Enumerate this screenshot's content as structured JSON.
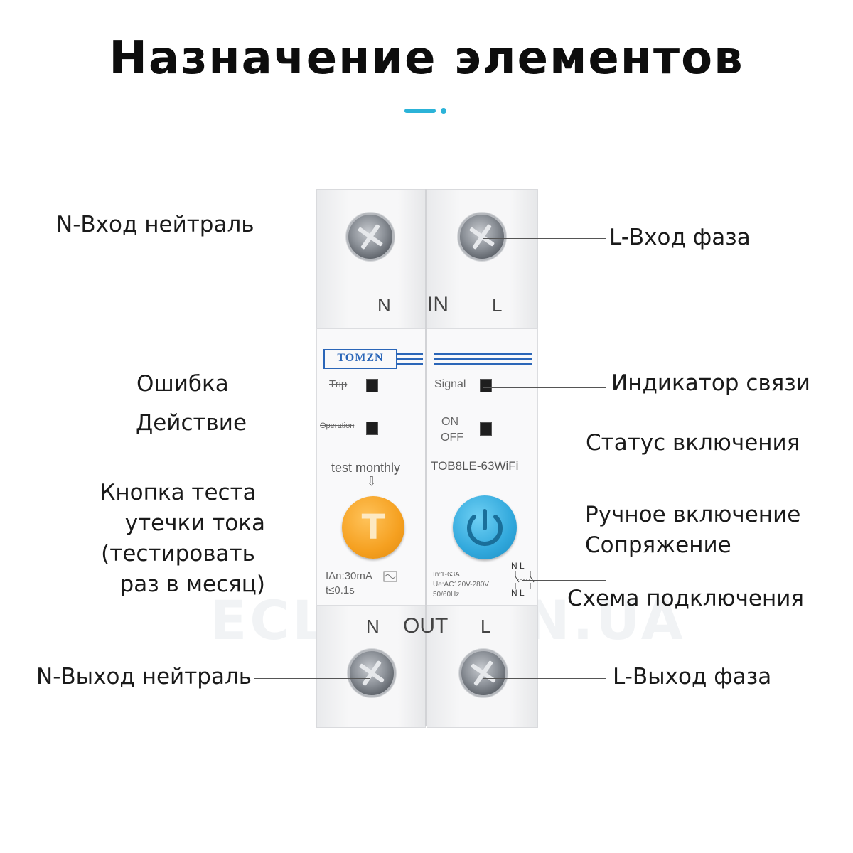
{
  "title": "Назначение элементов",
  "callouts": {
    "n_in": "N-Вход нейтраль",
    "l_in": "L-Вход фаза",
    "error": "Ошибка",
    "action": "Действие",
    "test_line1": "Кнопка теста",
    "test_line2": "утечки тока",
    "test_line3": "(тестировать",
    "test_line4": "раз в месяц)",
    "signal": "Индикатор связи",
    "status": "Статус включения",
    "manual_line1": "Ручное включение",
    "manual_line2": "Сопряжение",
    "scheme": "Схема подключения",
    "n_out": "N-Выход нейтраль",
    "l_out": "L-Выход фаза"
  },
  "device": {
    "brand": "TOMZN",
    "top_n": "N",
    "top_in": "IN",
    "top_l": "L",
    "trip": "Trip",
    "operation": "Operation",
    "signal": "Signal",
    "on": "ON",
    "off": "OFF",
    "test_monthly": "test monthly",
    "arrow": "⇩",
    "model": "TOB8LE-63WiFi",
    "test_glyph": "T",
    "rating_1": "IΔn:30mA",
    "rating_2": "t≤0.1s",
    "spec_1": "In:1-63A",
    "spec_2": "Ue:AC120V-280V",
    "spec_3": "50/60Hz",
    "schem_top": "N L",
    "schem_bot": "N L",
    "bottom_n": "N",
    "bottom_out": "OUT",
    "bottom_l": "L"
  },
  "watermark": "ECLIPSE-IN.UA",
  "colors": {
    "accent": "#2bb3d8",
    "test_button": "#f5a020",
    "power_button": "#31a8dc",
    "brand": "#2b66b8"
  },
  "icons": [
    "screw-terminal-icon",
    "test-T-icon",
    "power-icon",
    "ac-sine-icon"
  ]
}
